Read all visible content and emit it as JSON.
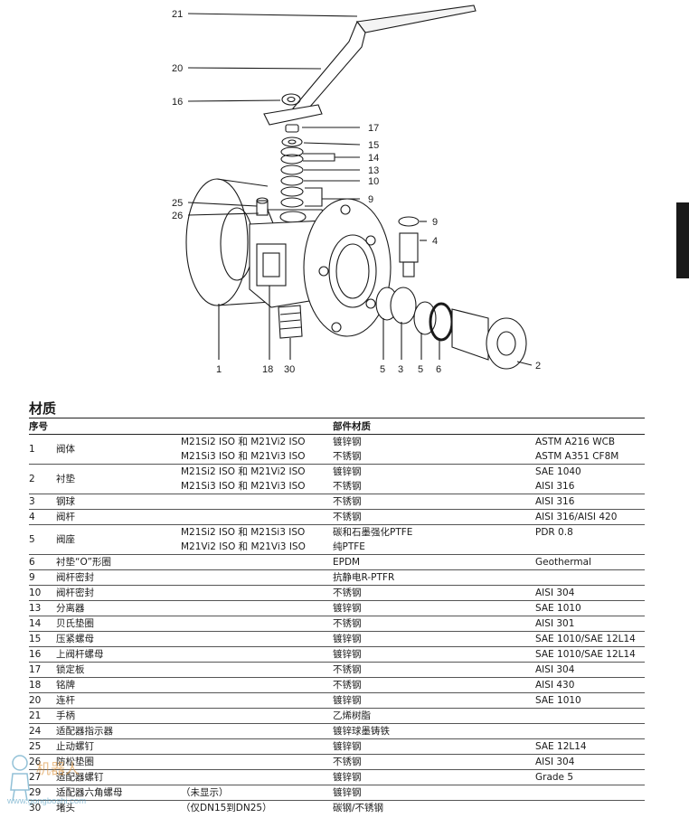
{
  "callouts": {
    "c21": "21",
    "c20": "20",
    "c16": "16",
    "c17": "17",
    "c15": "15",
    "c14": "14",
    "c13": "13",
    "c10": "10",
    "c9a": "9",
    "c25": "25",
    "c26": "26",
    "c9b": "9",
    "c4": "4",
    "c1": "1",
    "c18": "18",
    "c30": "30",
    "c5a": "5",
    "c3": "3",
    "c5b": "5",
    "c6": "6",
    "c2": "2"
  },
  "section_title": "材质",
  "table": {
    "col_no": "序号",
    "col_material": "部件材质"
  },
  "rows": [
    {
      "no": "1",
      "name": "阀体",
      "model": "M21Si2 ISO 和 M21Vi2 ISO",
      "material": "镀锌钢",
      "spec": "ASTM A216 WCB"
    },
    {
      "no": "",
      "name": "",
      "model": "M21Si3 ISO 和 M21Vi3 ISO",
      "material": "不锈钢",
      "spec": "ASTM A351 CF8M"
    },
    {
      "no": "2",
      "name": "衬垫",
      "model": "M21Si2 ISO 和 M21Vi2 ISO",
      "material": "镀锌钢",
      "spec": "SAE 1040"
    },
    {
      "no": "",
      "name": "",
      "model": "M21Si3 ISO 和 M21Vi3 ISO",
      "material": "不锈钢",
      "spec": "AISI 316"
    },
    {
      "no": "3",
      "name": "钢球",
      "model": "",
      "material": "不锈钢",
      "spec": "AISI 316"
    },
    {
      "no": "4",
      "name": "阀杆",
      "model": "",
      "material": "不锈钢",
      "spec": "AISI 316/AISI 420"
    },
    {
      "no": "5",
      "name": "阀座",
      "model": "M21Si2 ISO 和 M21Si3 ISO",
      "material": "碳和石墨强化PTFE",
      "spec": "PDR 0.8"
    },
    {
      "no": "",
      "name": "",
      "model": "M21Vi2 ISO 和 M21Vi3 ISO",
      "material": "纯PTFE",
      "spec": ""
    },
    {
      "no": "6",
      "name": "衬垫“O”形圈",
      "model": "",
      "material": "EPDM",
      "spec": "Geothermal"
    },
    {
      "no": "9",
      "name": "阀杆密封",
      "model": "",
      "material": "抗静电R-PTFR",
      "spec": ""
    },
    {
      "no": "10",
      "name": "阀杆密封",
      "model": "",
      "material": "不锈钢",
      "spec": "AISI 304"
    },
    {
      "no": "13",
      "name": "分离器",
      "model": "",
      "material": "镀锌钢",
      "spec": "SAE 1010"
    },
    {
      "no": "14",
      "name": "贝氏垫圈",
      "model": "",
      "material": "不锈钢",
      "spec": "AISI 301"
    },
    {
      "no": "15",
      "name": "压紧螺母",
      "model": "",
      "material": "镀锌钢",
      "spec": "SAE 1010/SAE 12L14"
    },
    {
      "no": "16",
      "name": "上阀杆螺母",
      "model": "",
      "material": "镀锌钢",
      "spec": "SAE 1010/SAE 12L14"
    },
    {
      "no": "17",
      "name": "锁定板",
      "model": "",
      "material": "不锈钢",
      "spec": "AISI 304"
    },
    {
      "no": "18",
      "name": "铭牌",
      "model": "",
      "material": "不锈钢",
      "spec": "AISI 430"
    },
    {
      "no": "20",
      "name": "连杆",
      "model": "",
      "material": "镀锌钢",
      "spec": "SAE 1010"
    },
    {
      "no": "21",
      "name": "手柄",
      "model": "",
      "material": "乙烯树脂",
      "spec": ""
    },
    {
      "no": "24",
      "name": "适配器指示器",
      "model": "",
      "material": "镀锌球墨铸铁",
      "spec": ""
    },
    {
      "no": "25",
      "name": "止动螺钉",
      "model": "",
      "material": "镀锌钢",
      "spec": "SAE 12L14"
    },
    {
      "no": "26",
      "name": "防松垫圈",
      "model": "",
      "material": "不锈钢",
      "spec": "AISI 304"
    },
    {
      "no": "27",
      "name": "适配器螺钉",
      "model": "",
      "material": "镀锌钢",
      "spec": "Grade 5"
    },
    {
      "no": "29",
      "name": "适配器六角螺母",
      "model": "（未显示）",
      "material": "镀锌钢",
      "spec": ""
    },
    {
      "no": "30",
      "name": "堵头",
      "model": "（仅DN15到DN25）",
      "material": "碳钢/不锈钢",
      "spec": ""
    }
  ],
  "watermark": {
    "line1": "机器人",
    "line2": "www.gongboshi.com"
  },
  "colors": {
    "ink": "#1a1a1a",
    "tab": "#1a1a1a"
  }
}
